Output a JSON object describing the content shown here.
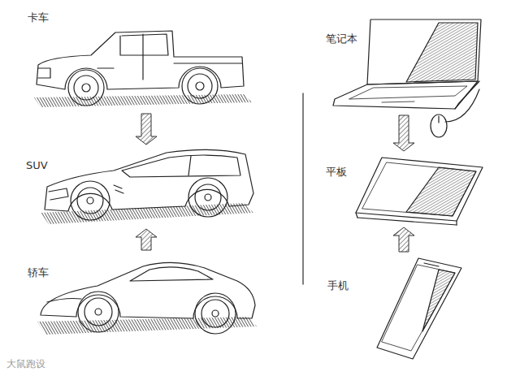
{
  "diagram": {
    "nodes": [
      {
        "text": [
          "卡车"
        ]
      },
      {
        "text": [
          "SUV"
        ]
      },
      {
        "text": [
          "轿车"
        ]
      },
      {
        "text": [
          "笔记本"
        ]
      },
      {
        "text": [
          "平板"
        ]
      },
      {
        "text": [
          "手机"
        ]
      }
    ],
    "edges": [
      {
        "from": 0,
        "to": 1,
        "arrow": "to"
      },
      {
        "from": 2,
        "to": 1,
        "arrow": "to"
      },
      {
        "from": 3,
        "to": 4,
        "arrow": "to"
      },
      {
        "from": 5,
        "to": 4,
        "arrow": "to"
      }
    ],
    "labels": [
      "大鼠跑设"
    ]
  }
}
